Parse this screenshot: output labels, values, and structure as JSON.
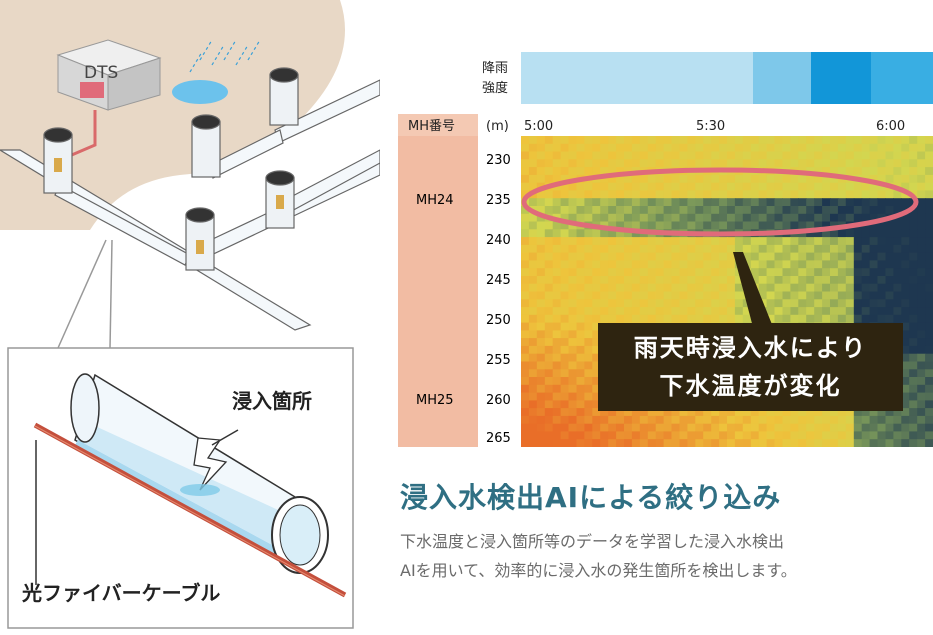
{
  "illustration": {
    "dts_label": "DTS",
    "intrusion_label": "浸入箇所",
    "cable_label": "光ファイバーケーブル"
  },
  "heatmap": {
    "rain_label_1": "降雨",
    "rain_label_2": "強度",
    "mh_header": "MH番号",
    "unit_header": "(m)",
    "time_labels": [
      "5:00",
      "5:30",
      "6:00"
    ],
    "depth_labels": [
      "230",
      "235",
      "240",
      "245",
      "250",
      "255",
      "260",
      "265"
    ],
    "mh_labels": [
      "MH24",
      "MH25"
    ],
    "annotation_line1": "雨天時浸入水により",
    "annotation_line2": "下水温度が変化",
    "colors": {
      "rain_light": "#b8e0f2",
      "rain_mid": "#7ec8ea",
      "rain_dark": "#1296d8",
      "mh_column": "#f2bca3",
      "ellipse": "#e06b7a"
    }
  },
  "section": {
    "title": "浸入水検出AIによる絞り込み",
    "desc_line1": "下水温度と浸入箇所等のデータを学習した浸入水検出",
    "desc_line2": "AIを用いて、効率的に浸入水の発生箇所を検出します。"
  }
}
